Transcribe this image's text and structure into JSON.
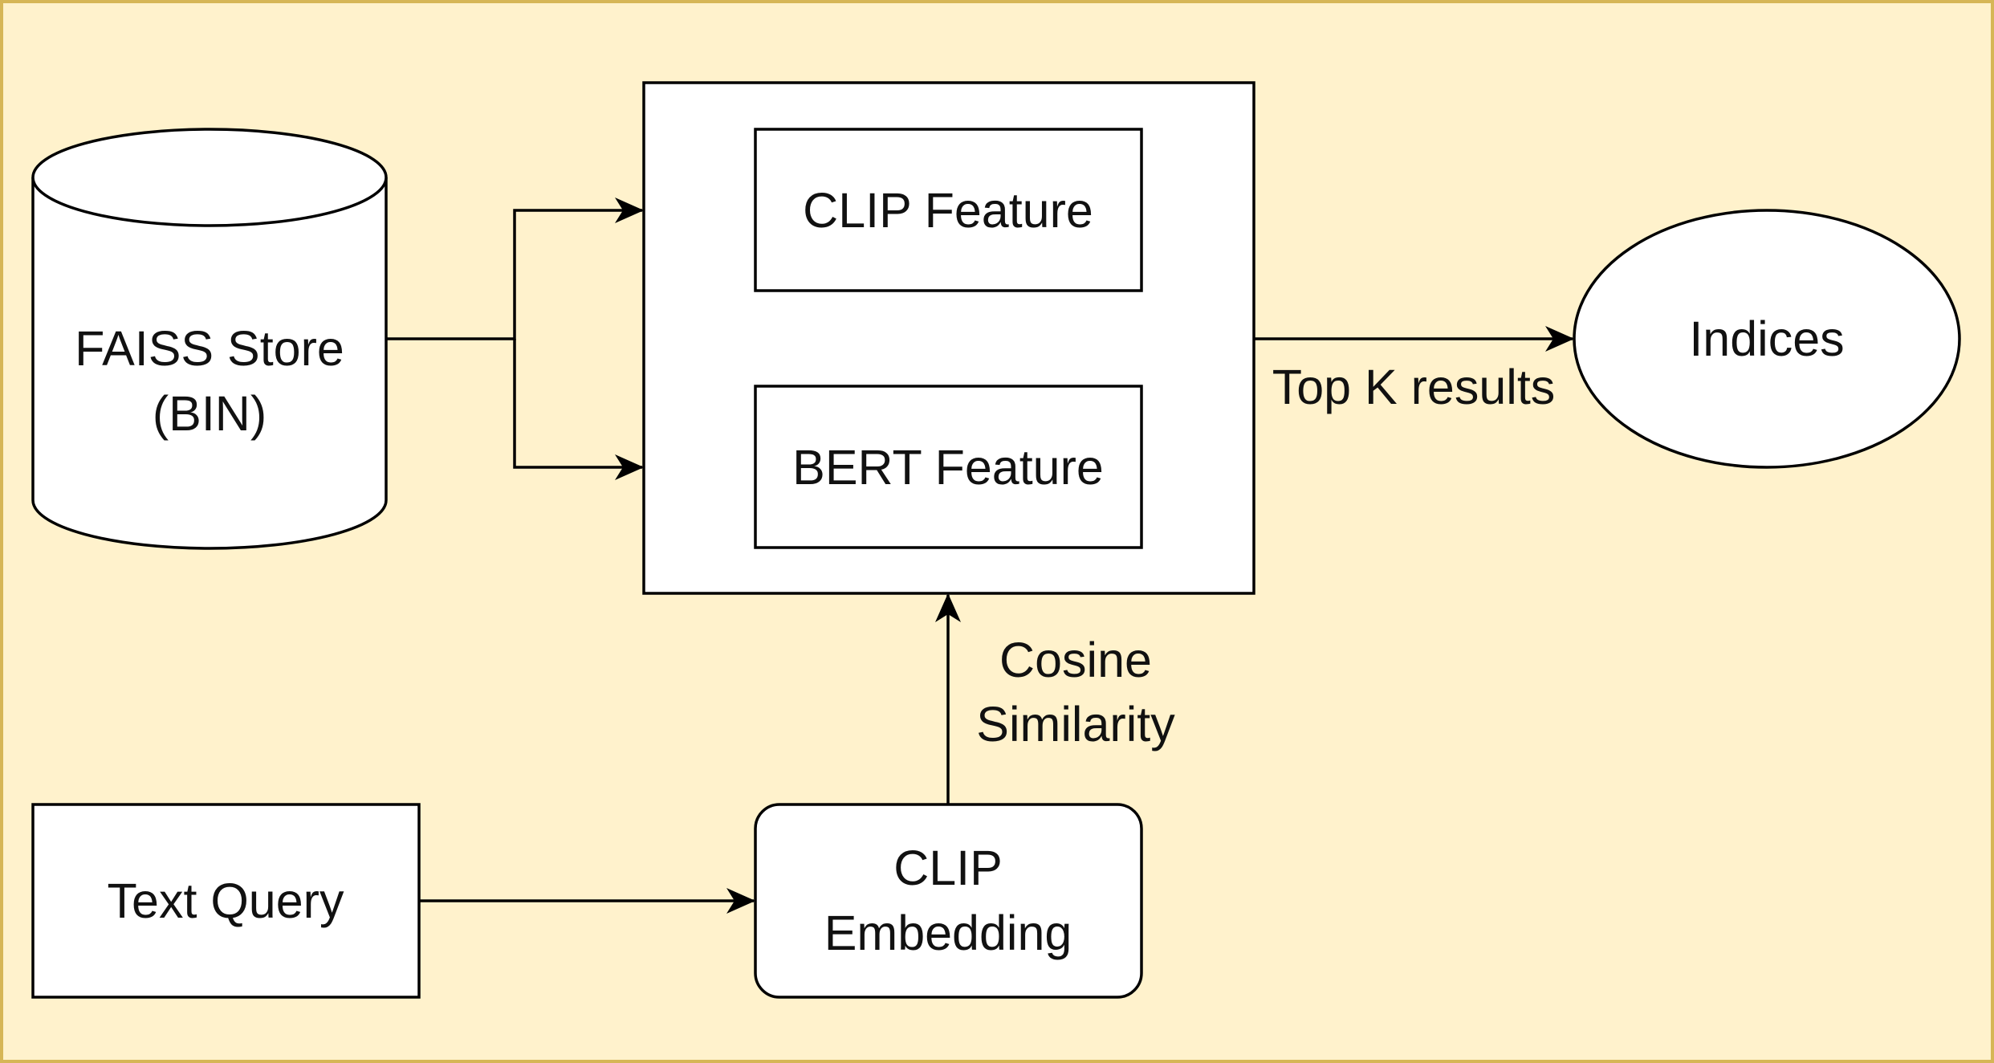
{
  "colors": {
    "canvas_background": "#FFF2CC",
    "canvas_border": "#D6B656",
    "shape_fill": "#FFFFFF",
    "stroke": "#000000",
    "text": "#111111"
  },
  "nodes": {
    "faiss_store": {
      "line1": "FAISS Store",
      "line2": "(BIN)",
      "shape": "cylinder"
    },
    "search_group": {
      "shape": "rectangle"
    },
    "clip_feature": {
      "label": "CLIP Feature",
      "shape": "rectangle"
    },
    "bert_feature": {
      "label": "BERT Feature",
      "shape": "rectangle"
    },
    "indices": {
      "label": "Indices",
      "shape": "ellipse"
    },
    "text_query": {
      "label": "Text Query",
      "shape": "rectangle"
    },
    "clip_embedding": {
      "line1": "CLIP",
      "line2": "Embedding",
      "shape": "rounded-rectangle"
    }
  },
  "edges": {
    "faiss_to_clip_feature": {
      "from": "FAISS Store (BIN)",
      "to": "CLIP Feature"
    },
    "faiss_to_bert_feature": {
      "from": "FAISS Store (BIN)",
      "to": "BERT Feature"
    },
    "group_to_indices": {
      "from": "search group",
      "to": "Indices",
      "label": "Top K results"
    },
    "query_to_embedding": {
      "from": "Text Query",
      "to": "CLIP Embedding"
    },
    "embedding_to_group": {
      "from": "CLIP Embedding",
      "to": "search group",
      "label_line1": "Cosine",
      "label_line2": "Similarity"
    }
  }
}
